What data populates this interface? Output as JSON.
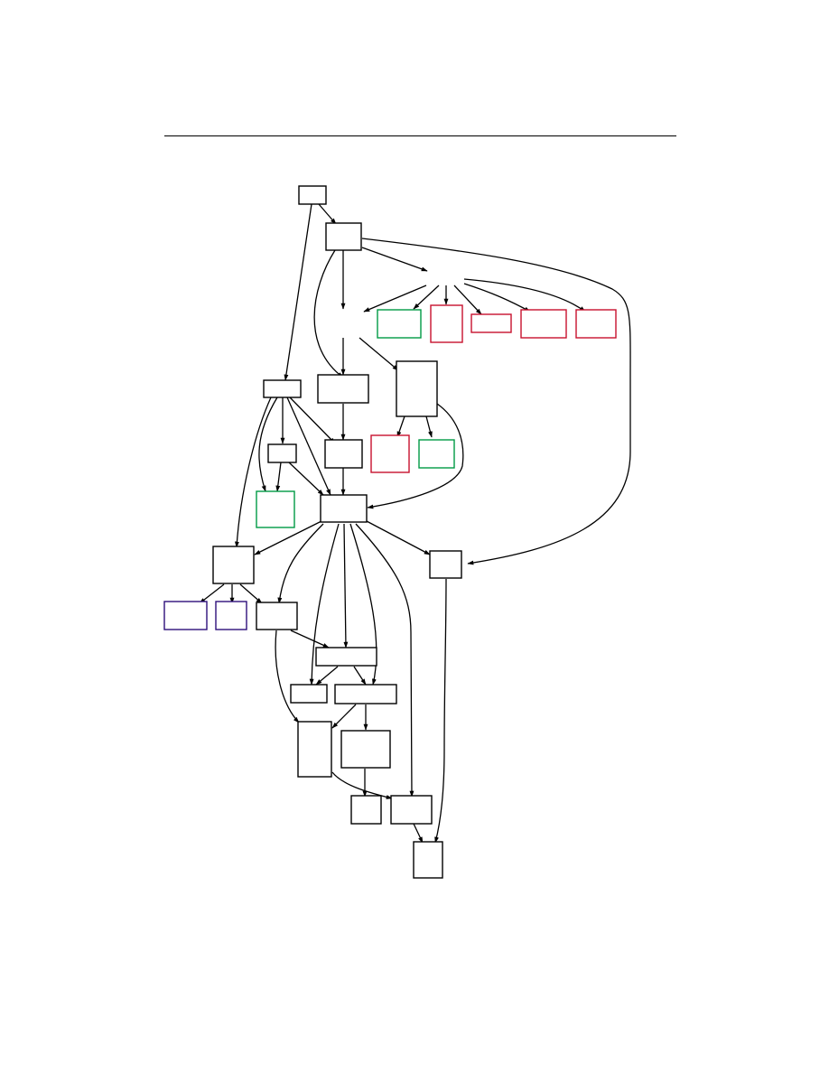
{
  "colors": {
    "default": "#000000",
    "green": "#009a44",
    "red": "#c8102e",
    "purple": "#2e0f7a"
  },
  "nodes": [
    {
      "id": "n0",
      "color": "default"
    },
    {
      "id": "n1",
      "color": "default"
    },
    {
      "id": "n2",
      "color": "green"
    },
    {
      "id": "n3",
      "color": "red"
    },
    {
      "id": "n4",
      "color": "red"
    },
    {
      "id": "n5",
      "color": "red"
    },
    {
      "id": "n6",
      "color": "red"
    },
    {
      "id": "n7",
      "color": "default"
    },
    {
      "id": "n8",
      "color": "default"
    },
    {
      "id": "n9",
      "color": "default"
    },
    {
      "id": "n10",
      "color": "default"
    },
    {
      "id": "n11",
      "color": "default"
    },
    {
      "id": "n12",
      "color": "red"
    },
    {
      "id": "n13",
      "color": "green"
    },
    {
      "id": "n14",
      "color": "green"
    },
    {
      "id": "n15",
      "color": "default"
    },
    {
      "id": "n16",
      "color": "default"
    },
    {
      "id": "n17",
      "color": "default"
    },
    {
      "id": "n18",
      "color": "purple"
    },
    {
      "id": "n19",
      "color": "purple"
    },
    {
      "id": "n20",
      "color": "default"
    },
    {
      "id": "n21",
      "color": "default"
    },
    {
      "id": "n22",
      "color": "default"
    },
    {
      "id": "n23",
      "color": "default"
    },
    {
      "id": "n24",
      "color": "default"
    },
    {
      "id": "n25",
      "color": "default"
    },
    {
      "id": "n26",
      "color": "default"
    },
    {
      "id": "n27",
      "color": "default"
    },
    {
      "id": "n28",
      "color": "default"
    }
  ]
}
